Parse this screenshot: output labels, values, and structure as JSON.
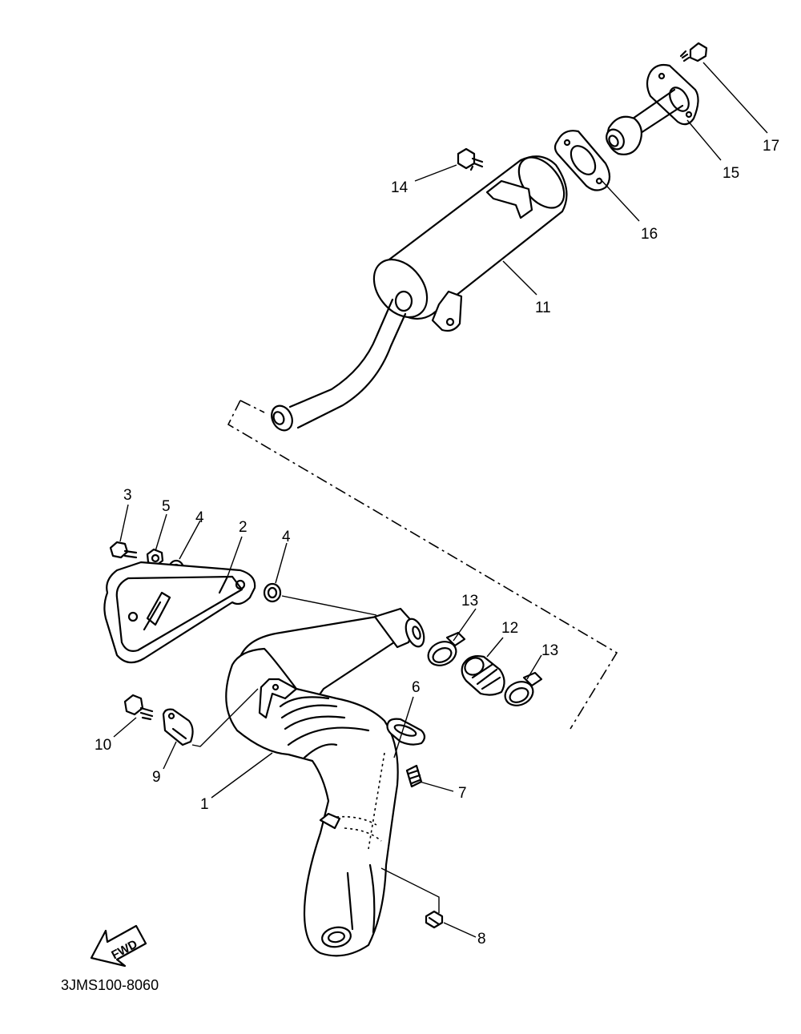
{
  "diagram": {
    "drawing_code": "3JMS100-8060",
    "direction_marker": "FWD",
    "callouts": [
      "1",
      "2",
      "3",
      "4",
      "4",
      "5",
      "6",
      "7",
      "8",
      "9",
      "10",
      "11",
      "12",
      "13",
      "13",
      "14",
      "15",
      "16",
      "17"
    ]
  }
}
